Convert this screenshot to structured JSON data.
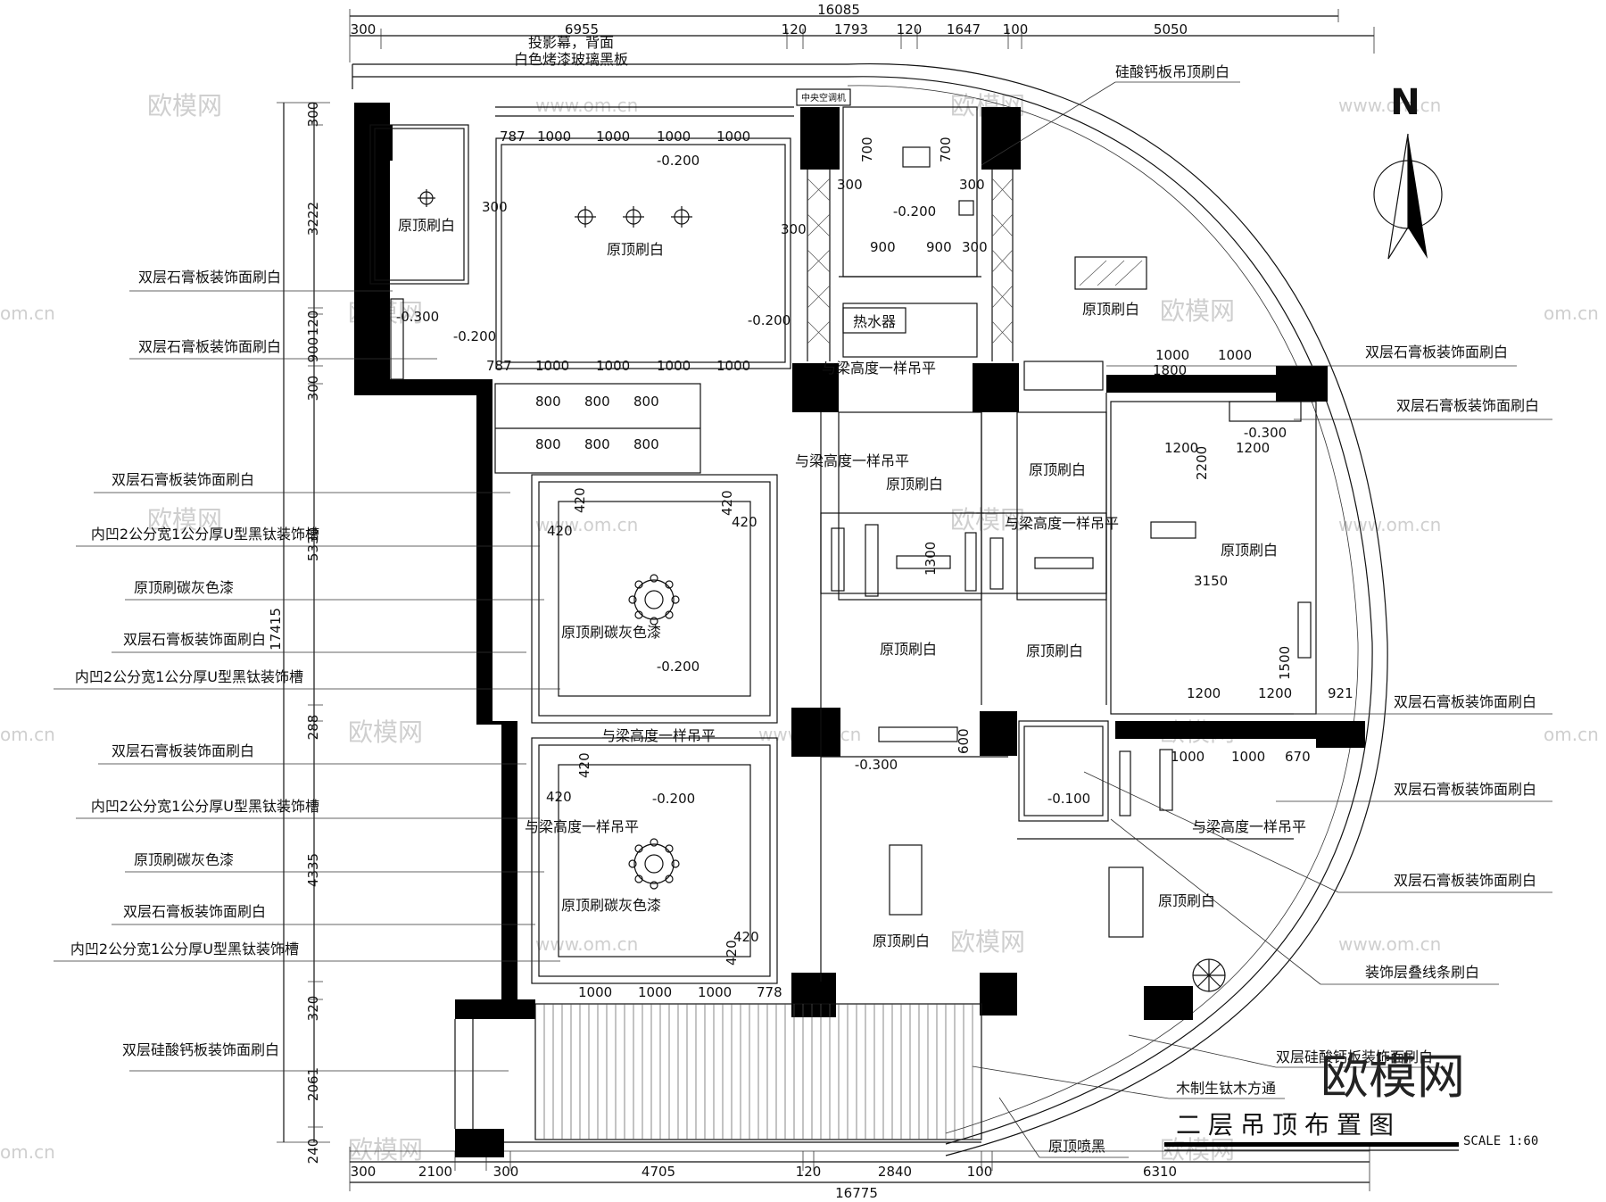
{
  "drawing": {
    "title": "二层吊顶布置图",
    "scale": "SCALE 1:60",
    "north": "N",
    "brand_logo": "欧模网",
    "watermarks": [
      "欧模网",
      "www.om.cn",
      "om.cn"
    ]
  },
  "dimensions": {
    "top_total": "16085",
    "top_segments": [
      "300",
      "6955",
      "120",
      "1793",
      "120",
      "1647",
      "100",
      "5050"
    ],
    "bottom_total": "16775",
    "bottom_segments": [
      "300",
      "2100",
      "300",
      "4705",
      "120",
      "2840",
      "100",
      "6310"
    ],
    "left_total": "17415",
    "left_segments": [
      "300",
      "3222",
      "120",
      "900",
      "300",
      "5330",
      "288",
      "4335",
      "320",
      "2061",
      "240"
    ]
  },
  "left_callouts": [
    "双层石膏板装饰面刷白",
    "双层石膏板装饰面刷白",
    "双层石膏板装饰面刷白",
    "内凹2公分宽1公分厚U型黑钛装饰槽",
    "原顶刷碳灰色漆",
    "双层石膏板装饰面刷白",
    "内凹2公分宽1公分厚U型黑钛装饰槽",
    "双层石膏板装饰面刷白",
    "内凹2公分宽1公分厚U型黑钛装饰槽",
    "原顶刷碳灰色漆",
    "双层石膏板装饰面刷白",
    "内凹2公分宽1公分厚U型黑钛装饰槽",
    "双层硅酸钙板装饰面刷白"
  ],
  "right_callouts": [
    "硅酸钙板吊顶刷白",
    "双层石膏板装饰面刷白",
    "双层石膏板装饰面刷白",
    "双层石膏板装饰面刷白",
    "双层石膏板装饰面刷白",
    "双层石膏板装饰面刷白",
    "装饰层叠线条刷白",
    "双层硅酸钙板装饰面刷白",
    "木制生钛木方通",
    "原顶喷黑"
  ],
  "top_notes": {
    "screen_line1": "投影幕，背面",
    "screen_line2": "白色烤漆玻璃黑板",
    "central_ac": "中央空调机",
    "water_heater": "热水器"
  },
  "room_labels": {
    "r1": "原顶刷白",
    "r2": "原顶刷白",
    "r3": "原顶刷白",
    "r4": "原顶刷白",
    "r5": "原顶刷白",
    "r6": "原顶刷白",
    "r7": "原顶刷白",
    "r8": "原顶刷白",
    "r9": "原顶刷白",
    "r10": "原顶刷白",
    "r11": "原顶刷碳灰色漆",
    "r12": "原顶刷碳灰色漆"
  },
  "beam_notes": {
    "b1": "与梁高度一样吊平",
    "b2": "与梁高度一样吊平",
    "b3": "与梁高度一样吊平",
    "b4": "与梁高度一样吊平",
    "b5": "与梁高度一样吊平",
    "b6": "与梁高度一样吊平"
  },
  "levels": {
    "l1": "-0.200",
    "l2": "-0.200",
    "l3": "-0.200",
    "l4": "-0.200",
    "l5": "-0.300",
    "l6": "-0.200",
    "l7": "-0.200",
    "l8": "-0.300",
    "l9": "-0.300",
    "l10": "-0.100"
  },
  "inner_dims": {
    "d787a": "787",
    "d1000a": "1000",
    "d1000b": "1000",
    "d1000c": "1000",
    "d1000d": "1000",
    "d787b": "787",
    "d1000e": "1000",
    "d1000f": "1000",
    "d1000g": "1000",
    "d1000h": "1000",
    "d300a": "300",
    "d300b": "300",
    "d700a": "700",
    "d700b": "700",
    "d300c": "300",
    "d300d": "300",
    "d900a": "900",
    "d900b": "900",
    "d300e": "300",
    "d800a": "800",
    "d800b": "800",
    "d800c": "800",
    "d800d": "800",
    "d800e": "800",
    "d800f": "800",
    "d420a": "420",
    "d420b": "420",
    "d420c": "420",
    "d420d": "420",
    "d420e": "420",
    "d420f": "420",
    "d420g": "420",
    "d420h": "420",
    "d1000i": "1000",
    "d1000j": "1000",
    "d1000k": "1000",
    "d778": "778",
    "d1800": "1800",
    "d1000l": "1000",
    "d1000m": "1000",
    "d1200a": "1200",
    "d1200b": "1200",
    "d2200": "2200",
    "d3150": "3150",
    "d1200c": "1200",
    "d1200d": "1200",
    "d921": "921",
    "d1500": "1500",
    "d1000n": "1000",
    "d1000o": "1000",
    "d670": "670",
    "d1300": "1300",
    "d600": "600"
  }
}
